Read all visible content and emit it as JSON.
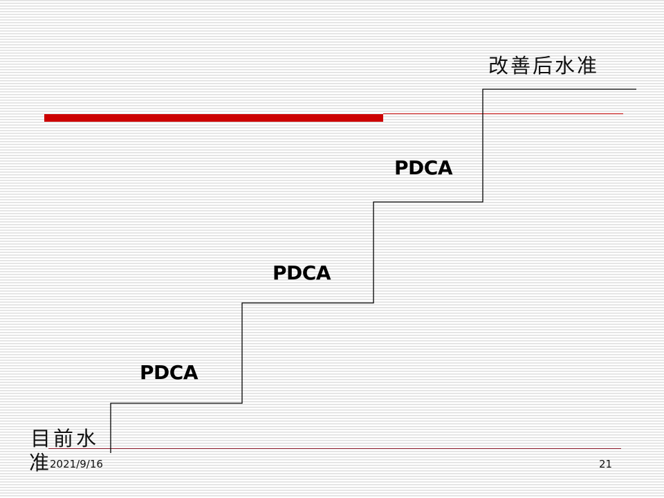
{
  "slide": {
    "page_number": "21",
    "date": "2021/9/16",
    "accent_color": "#cc0000"
  },
  "diagram": {
    "type": "staircase",
    "start_label": "目前水准",
    "start_label_line1": "目前水",
    "start_label_line2": "准",
    "end_label": "改善后水准",
    "steps": [
      {
        "label": "PDCA"
      },
      {
        "label": "PDCA"
      },
      {
        "label": "PDCA"
      }
    ]
  }
}
